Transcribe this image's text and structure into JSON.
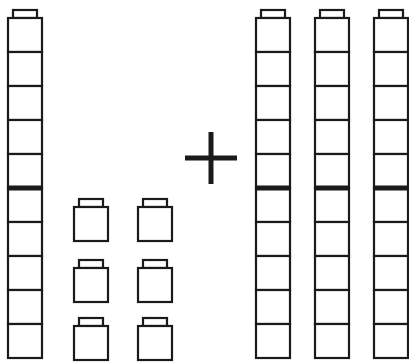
{
  "diagram": {
    "description_visible_text": "",
    "operator_symbol": "+",
    "left_group": {
      "tens_rods": 1,
      "ones_cubes": 6
    },
    "right_group": {
      "tens_rods": 3,
      "ones_cubes": 0
    },
    "cubes_per_rod": 10,
    "stroke_color": "#1a1a1a",
    "fill_color": "#ffffff"
  }
}
